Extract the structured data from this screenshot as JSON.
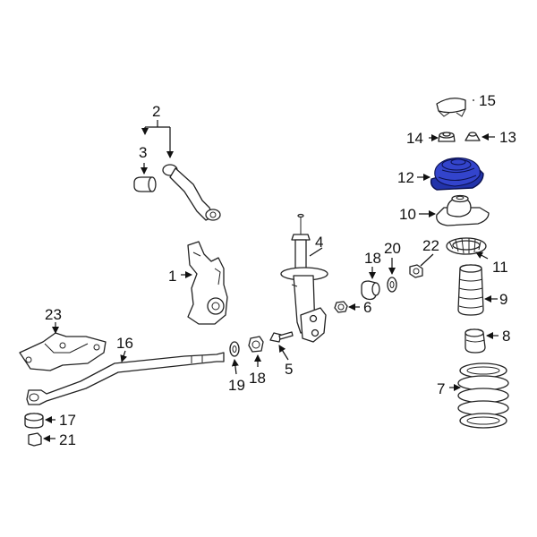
{
  "callouts": {
    "c1": "1",
    "c2": "2",
    "c3": "3",
    "c4": "4",
    "c5": "5",
    "c6": "6",
    "c7": "7",
    "c8": "8",
    "c9": "9",
    "c10": "10",
    "c11": "11",
    "c12": "12",
    "c13": "13",
    "c14": "14",
    "c15": "15",
    "c16": "16",
    "c17": "17",
    "c18a": "18",
    "c18b": "18",
    "c19": "19",
    "c20": "20",
    "c21": "21",
    "c22": "22",
    "c23": "23"
  },
  "colors": {
    "highlight": "#2233aa",
    "line": "#222222",
    "background": "#ffffff"
  },
  "highlighted_part": "12"
}
